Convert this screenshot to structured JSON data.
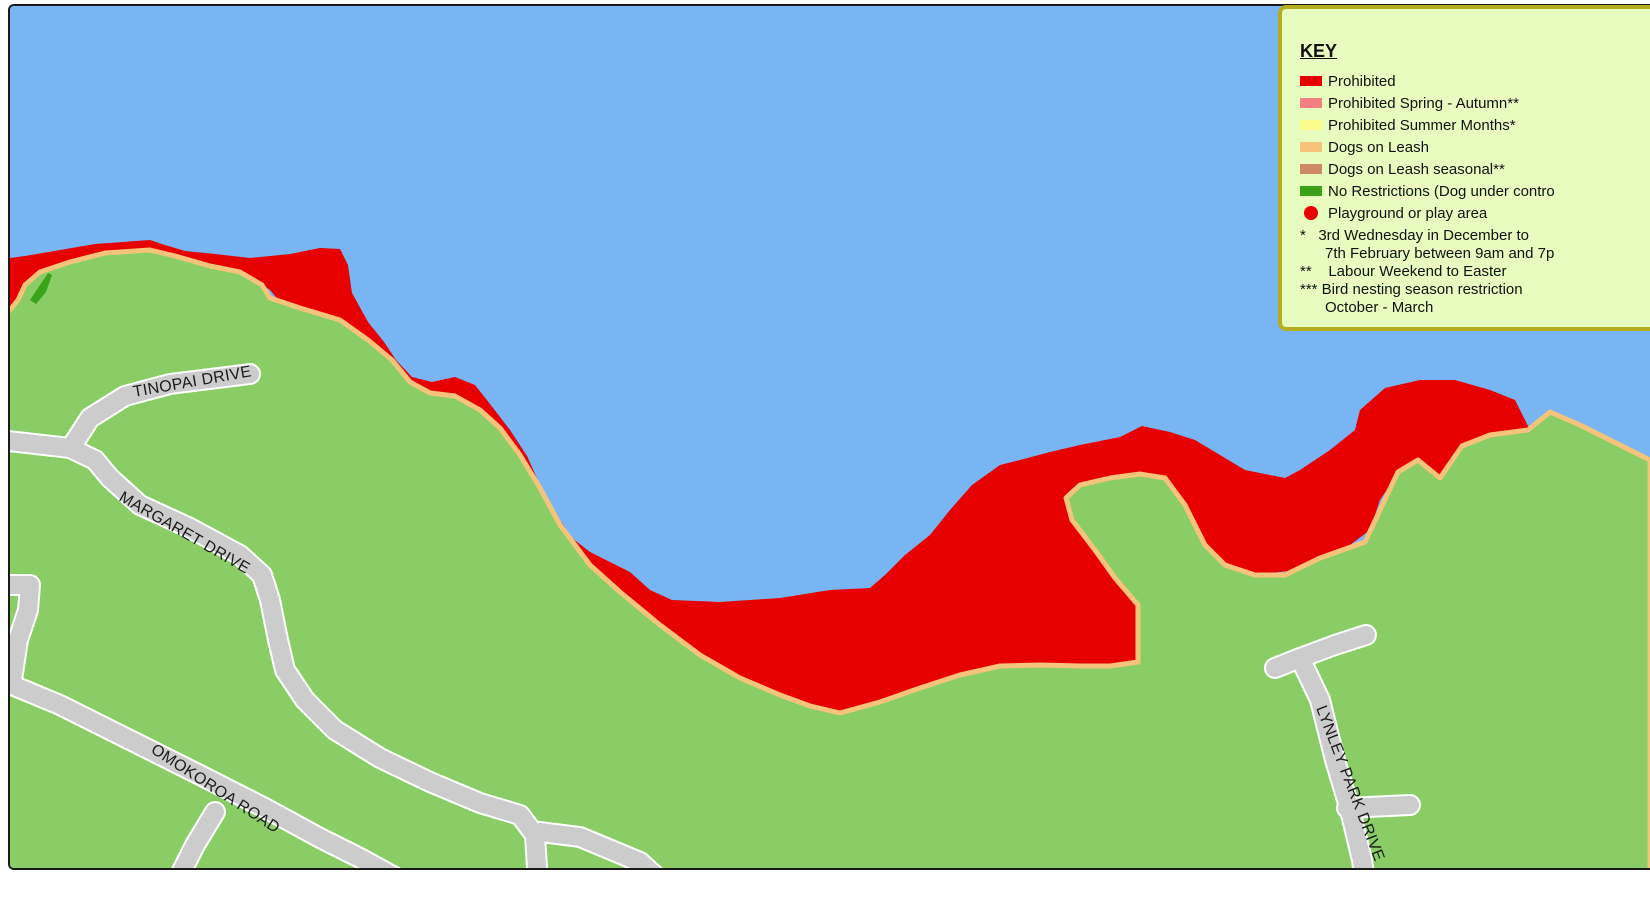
{
  "colors": {
    "water": "#7ab5f3",
    "land": "#8acd66",
    "road": "#cccccc",
    "road_edge": "#ffffff",
    "prohibited": "#e60000",
    "shore_leash": "#f5c47a",
    "legend_bg": "#e9fcc0",
    "legend_border": "#b4ad1e"
  },
  "roads": {
    "tinopai": "TINOPAI DRIVE",
    "margaret": "MARGARET DRIVE",
    "omokoroa": "OMOKOROA ROAD",
    "lynley": "LYNLEY PARK DRIVE"
  },
  "legend": {
    "title": "KEY",
    "items": [
      {
        "label": "Prohibited",
        "color": "#e60000",
        "marker": "swatch",
        "icon": "red-fill-swatch"
      },
      {
        "label": "Prohibited Spring - Autumn**",
        "color": "#f28080",
        "marker": "swatch",
        "icon": "pink-fill-swatch"
      },
      {
        "label": "Prohibited Summer Months*",
        "color": "#fcfc8c",
        "marker": "swatch",
        "icon": "yellow-fill-swatch"
      },
      {
        "label": "Dogs on Leash",
        "color": "#f5c47a",
        "marker": "swatch",
        "icon": "tan-fill-swatch"
      },
      {
        "label": "Dogs on Leash seasonal**",
        "color": "#cd8a64",
        "marker": "swatch",
        "icon": "brown-fill-swatch"
      },
      {
        "label": "No Restrictions (Dog under contro",
        "color": "#3aa31a",
        "marker": "swatch",
        "icon": "green-fill-swatch"
      },
      {
        "label": "Playground or play area",
        "color": "#e60000",
        "marker": "dot",
        "icon": "red-dot-marker"
      }
    ],
    "notes": [
      "*   3rd Wednesday in December to",
      "      7th February between 9am and 7p",
      "**    Labour Weekend to Easter",
      "*** Bird nesting season restriction",
      "      October - March"
    ]
  }
}
